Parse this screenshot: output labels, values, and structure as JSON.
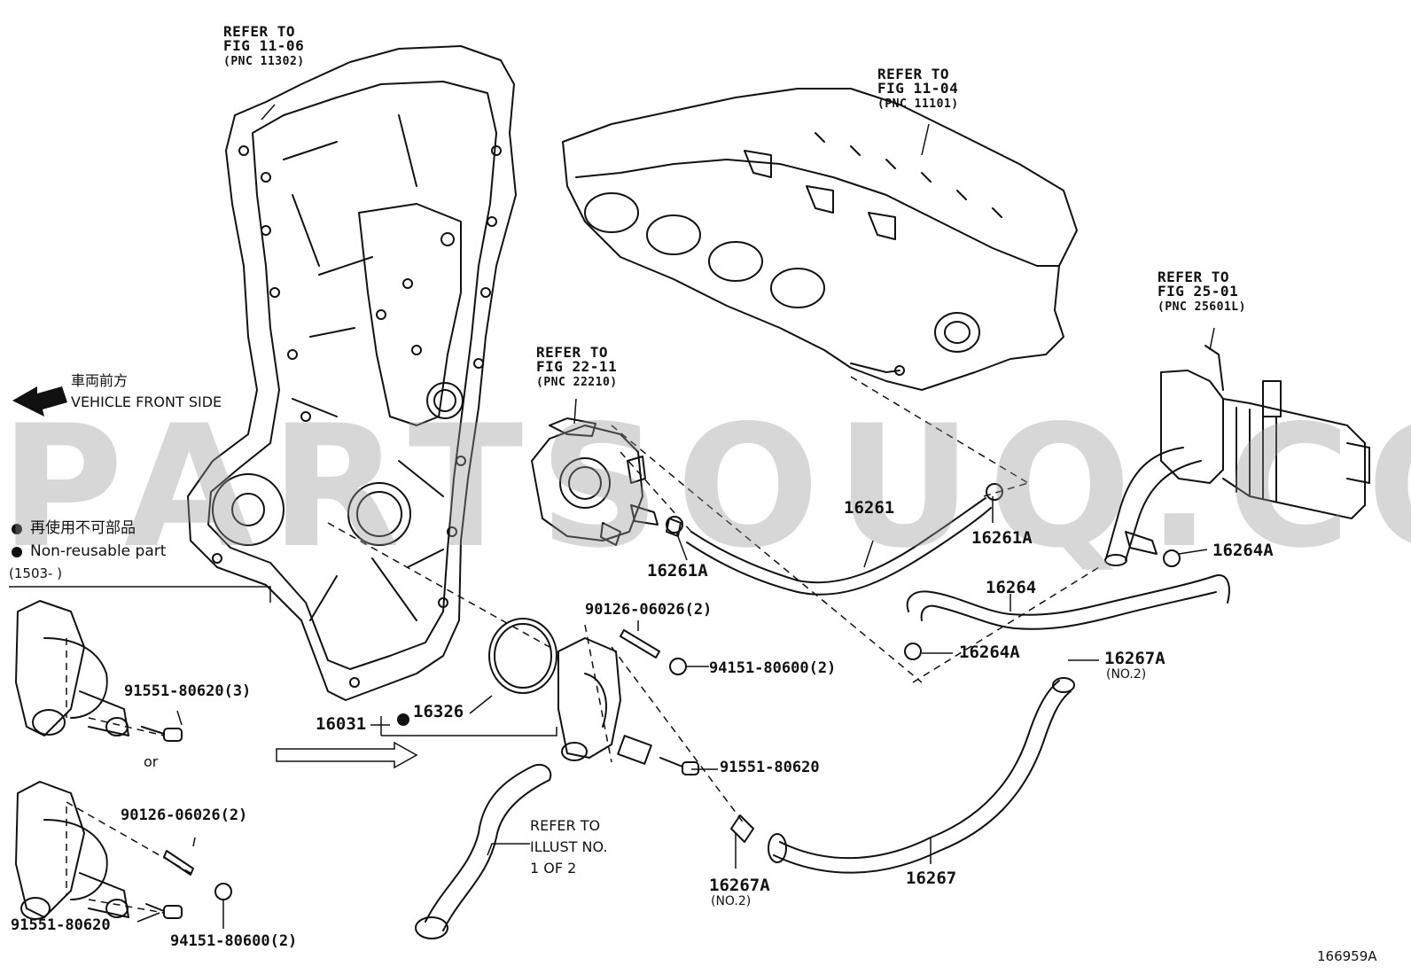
{
  "watermark": "PARTSOUQ.COM",
  "references": {
    "timing_cover": {
      "line1": "REFER TO",
      "line2": "FIG 11-06",
      "pnc": "(PNC 11302)"
    },
    "cylinder_head": {
      "line1": "REFER TO",
      "line2": "FIG 11-04",
      "pnc": "(PNC 11101)"
    },
    "throttle_body": {
      "line1": "REFER TO",
      "line2": "FIG 22-11",
      "pnc": "(PNC 22210)"
    },
    "egr_cooler": {
      "line1": "REFER TO",
      "line2": "FIG 25-01",
      "pnc": "(PNC 25601L)"
    },
    "illust": {
      "line1": "REFER TO",
      "line2": "ILLUST NO.",
      "line3": "1 OF 2"
    }
  },
  "direction": {
    "jp": "車両前方",
    "en": "VEHICLE FRONT SIDE"
  },
  "legend": {
    "jp": "再使用不可部品",
    "en": "Non-reusable part",
    "date_range": "(1503-      )"
  },
  "parts": {
    "p16261": "16261",
    "p16261A_right": "16261A",
    "p16261A_left": "16261A",
    "p16264": "16264",
    "p16264A_right": "16264A",
    "p16264A_lower": "16264A",
    "p16267A_right": "16267A",
    "p16267A_right_no": "(NO.2)",
    "p16267A_bottom": "16267A",
    "p16267A_bottom_no": "(NO.2)",
    "p16267": "16267",
    "p16031": "16031",
    "p16326": "16326",
    "p90126_center": "90126-06026(2)",
    "p94151_center": "94151-80600(2)",
    "p91551_center": "91551-80620",
    "p91551_left_top": "91551-80620(3)",
    "or": "or",
    "p90126_left": "90126-06026(2)",
    "p91551_left_bottom": "91551-80620",
    "p94151_left": "94151-80600(2)"
  },
  "illustration_id": "166959A"
}
